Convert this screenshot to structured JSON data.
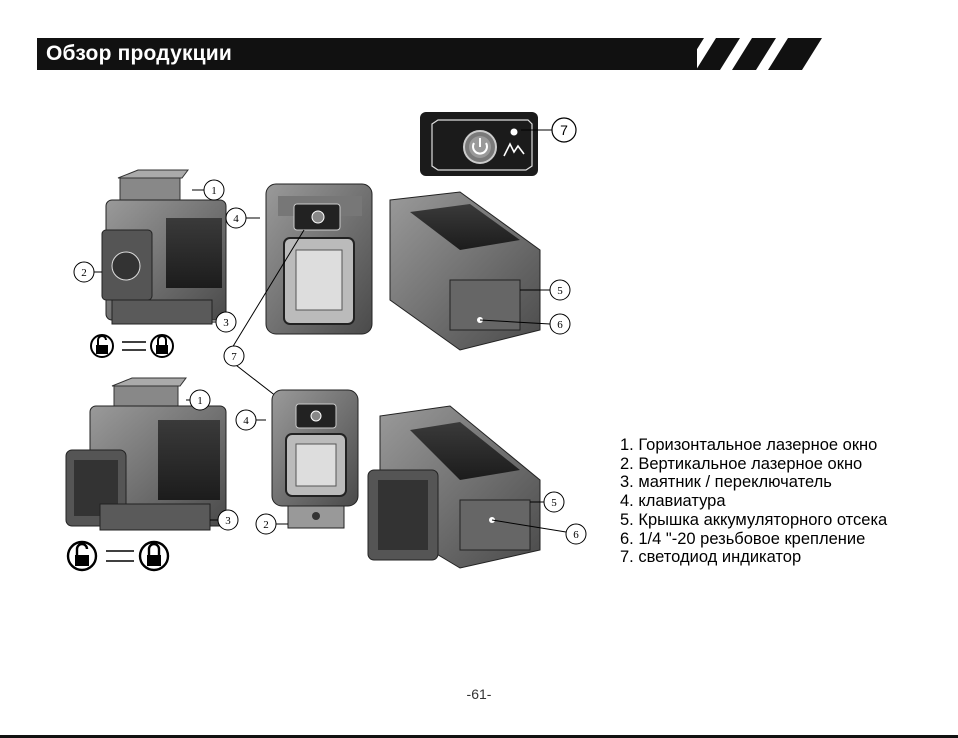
{
  "header": {
    "title": "Обзор продукции"
  },
  "figure": {
    "callouts": [
      "1",
      "2",
      "3",
      "4",
      "5",
      "6",
      "7"
    ],
    "icons": [
      "unlock-icon",
      "lock-icon",
      "power-icon",
      "pendulum-icon"
    ]
  },
  "legend": {
    "items": [
      "1. Горизонтальное лазерное окно",
      "2. Вертикальное лазерное окно",
      "3. маятник / переключатель",
      "4. клавиатура",
      "5. Крышка аккумуляторного отсека",
      "6. 1/4 \"-20 резьбовое крепление",
      "7. светодиод индикатор"
    ]
  },
  "footer": {
    "page_number": "-61-"
  },
  "colors": {
    "header_bg": "#111111",
    "header_text": "#ffffff",
    "device_body": "#6b6b6b",
    "device_dark": "#2b2b2b"
  }
}
